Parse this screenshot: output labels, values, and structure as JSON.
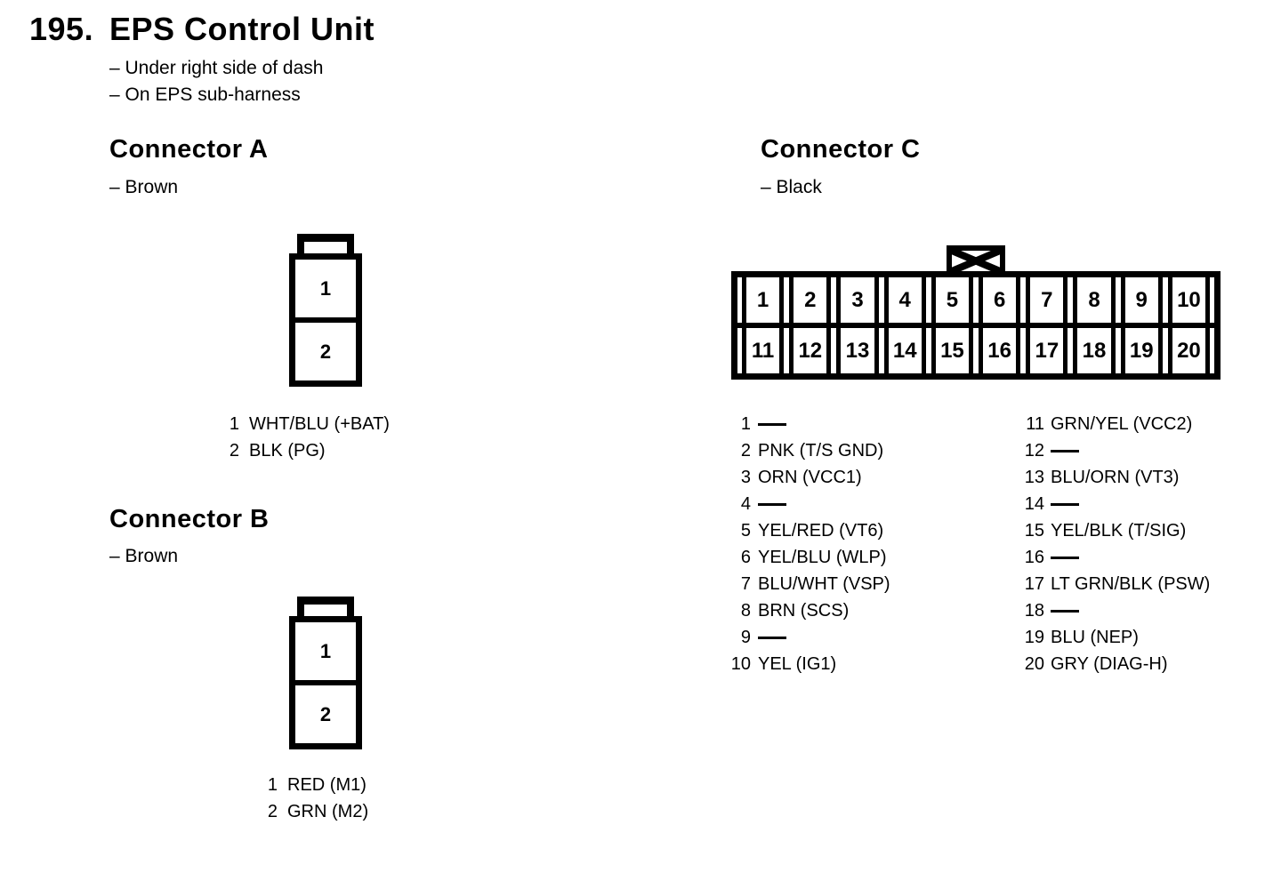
{
  "page": {
    "number": "195.",
    "title": "EPS Control Unit",
    "notes": [
      "– Under right side of dash",
      "– On EPS sub-harness"
    ]
  },
  "connectors": {
    "a": {
      "title": "Connector A",
      "color_note": "– Brown",
      "cells": [
        "1",
        "2"
      ],
      "pins": [
        {
          "num": "1",
          "label": "WHT/BLU (+BAT)"
        },
        {
          "num": "2",
          "label": "BLK (PG)"
        }
      ]
    },
    "b": {
      "title": "Connector B",
      "color_note": "– Brown",
      "cells": [
        "1",
        "2"
      ],
      "pins": [
        {
          "num": "1",
          "label": "RED (M1)"
        },
        {
          "num": "2",
          "label": "GRN (M2)"
        }
      ]
    },
    "c": {
      "title": "Connector C",
      "color_note": "– Black",
      "grid_rows": [
        [
          "1",
          "2",
          "3",
          "4",
          "5",
          "6",
          "7",
          "8",
          "9",
          "10"
        ],
        [
          "11",
          "12",
          "13",
          "14",
          "15",
          "16",
          "17",
          "18",
          "19",
          "20"
        ]
      ],
      "pins_left": [
        {
          "num": "1",
          "label": ""
        },
        {
          "num": "2",
          "label": "PNK (T/S GND)"
        },
        {
          "num": "3",
          "label": "ORN (VCC1)"
        },
        {
          "num": "4",
          "label": ""
        },
        {
          "num": "5",
          "label": "YEL/RED (VT6)"
        },
        {
          "num": "6",
          "label": "YEL/BLU (WLP)"
        },
        {
          "num": "7",
          "label": "BLU/WHT (VSP)"
        },
        {
          "num": "8",
          "label": "BRN (SCS)"
        },
        {
          "num": "9",
          "label": ""
        },
        {
          "num": "10",
          "label": "YEL (IG1)"
        }
      ],
      "pins_right": [
        {
          "num": "11",
          "label": "GRN/YEL (VCC2)"
        },
        {
          "num": "12",
          "label": ""
        },
        {
          "num": "13",
          "label": "BLU/ORN (VT3)"
        },
        {
          "num": "14",
          "label": ""
        },
        {
          "num": "15",
          "label": "YEL/BLK (T/SIG)"
        },
        {
          "num": "16",
          "label": ""
        },
        {
          "num": "17",
          "label": "LT GRN/BLK (PSW)"
        },
        {
          "num": "18",
          "label": ""
        },
        {
          "num": "19",
          "label": "BLU (NEP)"
        },
        {
          "num": "20",
          "label": "GRY (DIAG-H)"
        }
      ]
    }
  },
  "icons": {
    "connector_ab_tab": "latch-tab-icon",
    "connector_c_keying": "crossed-box-icon",
    "no_connection": "dash-line-icon"
  },
  "colors": {
    "ink": "#000000",
    "paper": "#ffffff"
  }
}
